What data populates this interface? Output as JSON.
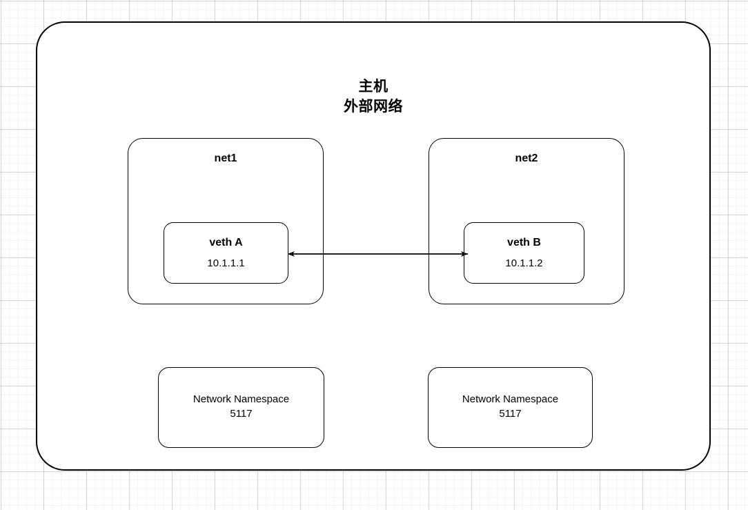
{
  "diagram": {
    "host": {
      "title_line1": "主机",
      "title_line2": "外部网络",
      "border_color": "#000000",
      "fill_color": "#ffffff"
    },
    "networks": [
      {
        "label": "net1",
        "veth": {
          "name": "veth A",
          "ip": "10.1.1.1"
        }
      },
      {
        "label": "net2",
        "veth": {
          "name": "veth B",
          "ip": "10.1.1.2"
        }
      }
    ],
    "namespaces": [
      {
        "title": "Network Namespace",
        "id": "5117"
      },
      {
        "title": "Network Namespace",
        "id": "5117"
      }
    ],
    "link": {
      "name": "veth-pair-link",
      "style": "double-headed-arrow",
      "color": "#000000"
    },
    "background": {
      "grid": "on",
      "grid_color": "#e8e8ec"
    }
  }
}
